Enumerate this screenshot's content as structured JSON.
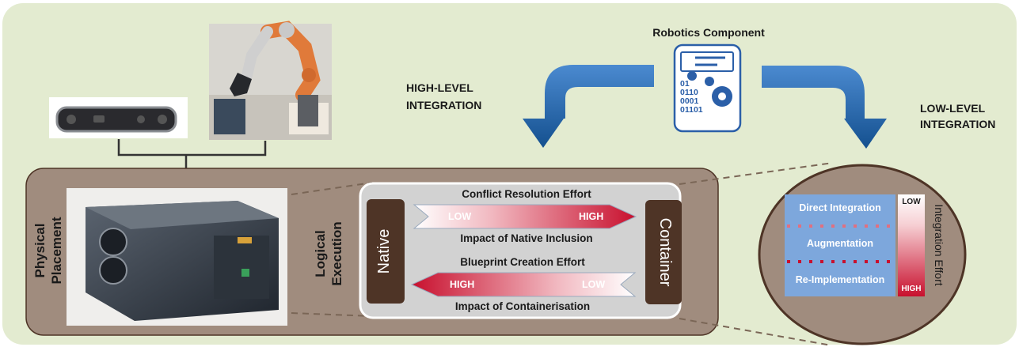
{
  "top": {
    "component_title": "Robotics Component",
    "component_icon_bits": [
      "01",
      "0110",
      "0001",
      "01101"
    ],
    "high_level": [
      "HIGH-LEVEL",
      "INTEGRATION"
    ],
    "low_level": [
      "LOW-LEVEL",
      "INTEGRATION"
    ]
  },
  "left_panel": {
    "physical_placement": [
      "Physical",
      "Placement"
    ],
    "logical_execution": [
      "Logical",
      "Execution"
    ],
    "native_label": "Native",
    "container_label": "Container",
    "arrow1": {
      "top_label": "Conflict Resolution Effort",
      "low": "LOW",
      "high": "HIGH",
      "bottom_label": "Impact of Native Inclusion"
    },
    "arrow2": {
      "top_label": "Blueprint Creation Effort",
      "high": "HIGH",
      "low": "LOW",
      "bottom_label": "Impact of Containerisation"
    }
  },
  "right_panel": {
    "levels": [
      "Direct Integration",
      "Augmentation",
      "Re-Implementation"
    ],
    "scale_low": "LOW",
    "scale_high": "HIGH",
    "scale_title": "Integration Effort"
  },
  "colors": {
    "background": "#e3ebd0",
    "panel_brown": "#a08c7e",
    "dark_brown": "#4e3426",
    "arrow_blue": "#1c5fa8",
    "level_box": "#7da7dc",
    "red": "#c8102e"
  }
}
